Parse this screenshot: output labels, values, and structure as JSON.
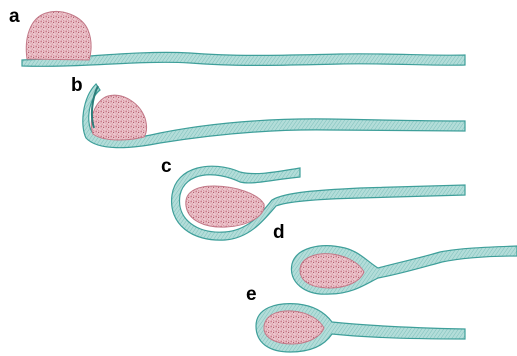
{
  "panels": [
    {
      "label": "a",
      "stage": "droplet-resting-on-flat-sheet"
    },
    {
      "label": "b",
      "stage": "sheet-edge-curling-around-droplet"
    },
    {
      "label": "c",
      "stage": "droplet-wrapped-open-seam"
    },
    {
      "label": "d",
      "stage": "droplet-fully-wrapped"
    },
    {
      "label": "e",
      "stage": "droplet-encapsulated-long-tail"
    }
  ],
  "colors": {
    "sheet_fill": "#a9d6d2",
    "sheet_edge": "#3e9f9a",
    "sheet_dark": "#2c7f7b",
    "droplet_fill": "#e5b6c0",
    "droplet_speckle": "#b55a6c",
    "label_text": "#000000"
  }
}
